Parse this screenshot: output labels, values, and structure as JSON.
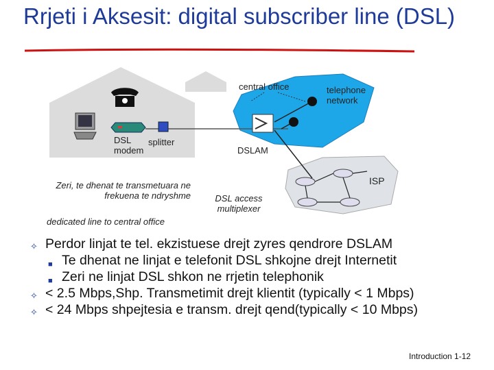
{
  "title": "Rrjeti i Aksesit: digital subscriber line (DSL)",
  "diagram": {
    "central_office": "central office",
    "telephone_network": "telephone network",
    "dsl_modem": "DSL modem",
    "splitter": "splitter",
    "dslam": "DSLAM",
    "isp": "ISP",
    "voice_note": "Zeri, te dhenat te transmetuara ne frekuena te ndryshme",
    "dedicated_line": "dedicated line to central office",
    "dsl_access_multiplexer": "DSL access multiplexer"
  },
  "bullets": [
    {
      "text": "Perdor linjat te tel. ekzistuese drejt zyres qendrore DSLAM",
      "subs": [
        "Te dhenat ne linjat e telefonit DSL  shkojne drejt Internetit",
        "Zeri ne linjat DSL  shkon ne rrjetin telephonik"
      ]
    },
    {
      "text": "< 2.5 Mbps,Shp. Transmetimit drejt klientit (typically < 1 Mbps)",
      "subs": []
    },
    {
      "text": "< 24 Mbps shpejtesia e transm. drejt qend(typically < 10 Mbps)",
      "subs": []
    }
  ],
  "footer": "Introduction 1-12",
  "colors": {
    "title": "#1f3b99",
    "underline": "#cc1111",
    "network_cloud": "#1ea7e8",
    "isp_cloud": "#dfe3e8",
    "house": "#dcdcdc",
    "modem": "#2a8a7a"
  },
  "icons": [
    "telephone-icon",
    "computer-icon",
    "modem-icon",
    "splitter-icon",
    "router-icon",
    "dslam-icon"
  ]
}
